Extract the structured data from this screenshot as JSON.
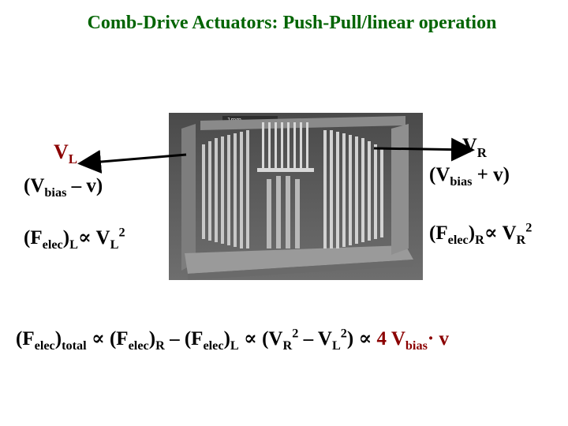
{
  "slide": {
    "title": "Comb-Drive Actuators: Push-Pull/linear operation"
  },
  "left": {
    "v_main": "V",
    "v_sub": "L",
    "bias_open": "(V",
    "bias_sub": "bias",
    "bias_rest": " – v)",
    "force_open": "(F",
    "force_sub": "elec",
    "force_close": ")",
    "force_sub2": "L",
    "prop": "∝",
    "force_v": " V",
    "force_vsub": "L",
    "force_exp": "2"
  },
  "right": {
    "v_main": "V",
    "v_sub": "R",
    "bias_open": "(V",
    "bias_sub": "bias",
    "bias_rest": " + v)",
    "force_open": "(F",
    "force_sub": "elec",
    "force_close": ")",
    "force_sub2": "R",
    "prop": "∝",
    "force_v": " V",
    "force_vsub": "R",
    "force_exp": "2"
  },
  "image": {
    "scale_label": "1mm"
  },
  "equation": {
    "p1": "(F",
    "p1_sub": "elec",
    "p2": ")",
    "p2_sub": "total",
    "p3": " ∝ (F",
    "p3_sub": "elec",
    "p4": ")",
    "p4_sub": "R",
    "p5": " – (F",
    "p5_sub": "elec",
    "p6": ")",
    "p6_sub": "L",
    "p7": " ∝ (V",
    "p7_sub": "R",
    "p7_sup": "2",
    "p8": " – V",
    "p8_sub": "L",
    "p8_sup": "2",
    "p9": ") ∝ ",
    "p10": "4 V",
    "p10_sub": "bias",
    "p11": "· v"
  },
  "colors": {
    "title": "#006400",
    "accent": "#8b0000",
    "text": "#000000"
  }
}
